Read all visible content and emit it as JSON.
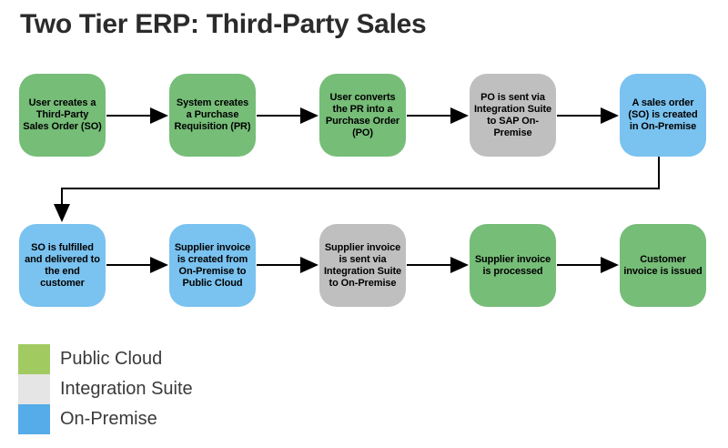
{
  "title": "Two Tier ERP: Third-Party Sales",
  "colors": {
    "box_public_cloud": "#76BD78",
    "box_integration_suite": "#BFBFBF",
    "box_on_premise": "#7AC2EF",
    "legend_public_cloud": "#A1CA61",
    "legend_integration_suite": "#E5E5E5",
    "legend_on_premise": "#55ACE8",
    "arrow": "#000000",
    "title_text": "#2B2B2B",
    "box_text": "#000000",
    "legend_text": "#3A3A3A"
  },
  "flowchart": {
    "rows": [
      {
        "steps": [
          {
            "label": "User creates a Third-Party Sales Order (SO)",
            "category": "Public Cloud"
          },
          {
            "label": "System creates a Purchase Requisition (PR)",
            "category": "Public Cloud"
          },
          {
            "label": "User converts the PR into a Purchase Order (PO)",
            "category": "Public Cloud"
          },
          {
            "label": "PO is sent via Integration Suite to SAP On-Premise",
            "category": "Integration Suite"
          },
          {
            "label": "A sales order (SO) is created in On-Premise",
            "category": "On-Premise"
          }
        ]
      },
      {
        "steps": [
          {
            "label": "SO is fulfilled and delivered to the end customer",
            "category": "On-Premise"
          },
          {
            "label": "Supplier invoice is created from On-Premise to Public Cloud",
            "category": "On-Premise"
          },
          {
            "label": "Supplier invoice is sent via Integration Suite to On-Premise",
            "category": "Integration Suite"
          },
          {
            "label": "Supplier invoice is processed",
            "category": "Public Cloud"
          },
          {
            "label": "Customer invoice is issued",
            "category": "Public Cloud"
          }
        ]
      }
    ]
  },
  "legend": {
    "items": [
      {
        "label": "Public Cloud"
      },
      {
        "label": "Integration Suite"
      },
      {
        "label": "On-Premise"
      }
    ]
  }
}
